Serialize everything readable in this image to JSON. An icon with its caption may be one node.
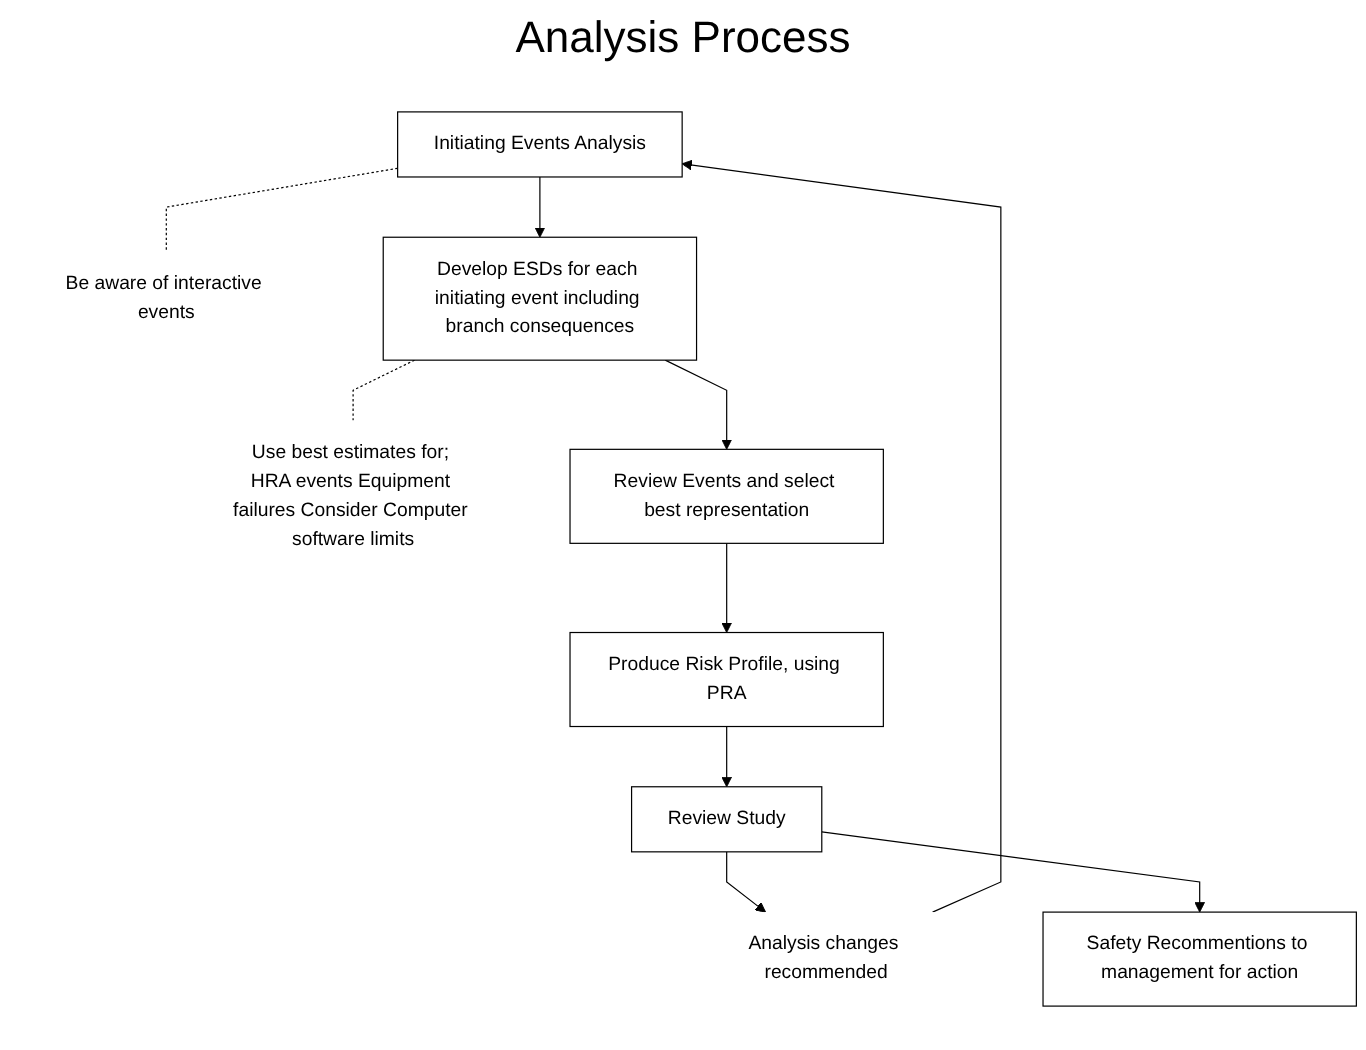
{
  "diagram": {
    "title": "Analysis Process",
    "nodes": [
      {
        "text": [
          "Initiating Events Analysis"
        ]
      },
      {
        "text": [
          "Be aware of interactive events"
        ]
      },
      {
        "text": [
          "Develop ESDs for each initiating event including branch consequences"
        ]
      },
      {
        "text": [
          "Use best estimates for; HRA events Equipment failures Consider Computer software limits"
        ]
      },
      {
        "text": [
          "Review Events and select best representation"
        ]
      },
      {
        "text": [
          "Produce Risk Profile, using PRA"
        ]
      },
      {
        "text": [
          "Review Study"
        ]
      },
      {
        "text": [
          "Analysis changes recommended"
        ]
      },
      {
        "text": [
          "Safety Recommentions to management for action"
        ]
      }
    ],
    "edges": [
      {
        "from": 0,
        "to": 1,
        "arrow": "none",
        "style": "dashed"
      },
      {
        "from": 0,
        "to": 2,
        "arrow": "to"
      },
      {
        "from": 2,
        "to": 3,
        "arrow": "none",
        "style": "dashed"
      },
      {
        "from": 2,
        "to": 4,
        "arrow": "to"
      },
      {
        "from": 4,
        "to": 5,
        "arrow": "to"
      },
      {
        "from": 5,
        "to": 6,
        "arrow": "to"
      },
      {
        "from": 6,
        "to": 7,
        "arrow": "to"
      },
      {
        "from": 7,
        "to": 0,
        "arrow": "to"
      },
      {
        "from": 6,
        "to": 8,
        "arrow": "to"
      }
    ]
  }
}
